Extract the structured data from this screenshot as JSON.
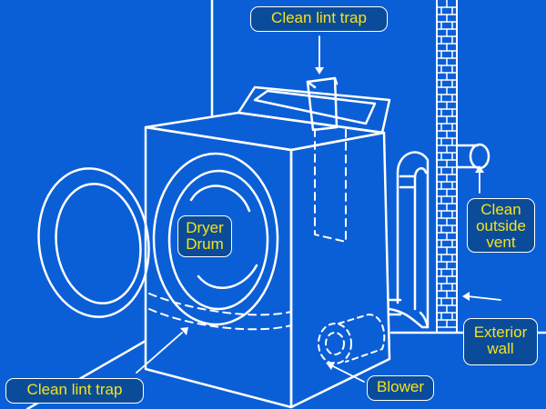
{
  "colors": {
    "background": "#0b5fd6",
    "line": "#ffffff",
    "label_fill": "#0a4c9a",
    "label_text": "#f6e21a"
  },
  "labels": {
    "lint_trap_top": "Clean lint trap",
    "dryer_drum_line1": "Dryer",
    "dryer_drum_line2": "Drum",
    "clean_vent_line1": "Clean",
    "clean_vent_line2": "outside",
    "clean_vent_line3": "vent",
    "exterior_wall_line1": "Exterior",
    "exterior_wall_line2": "wall",
    "lint_trap_bottom": "Clean lint trap",
    "blower": "Blower"
  }
}
